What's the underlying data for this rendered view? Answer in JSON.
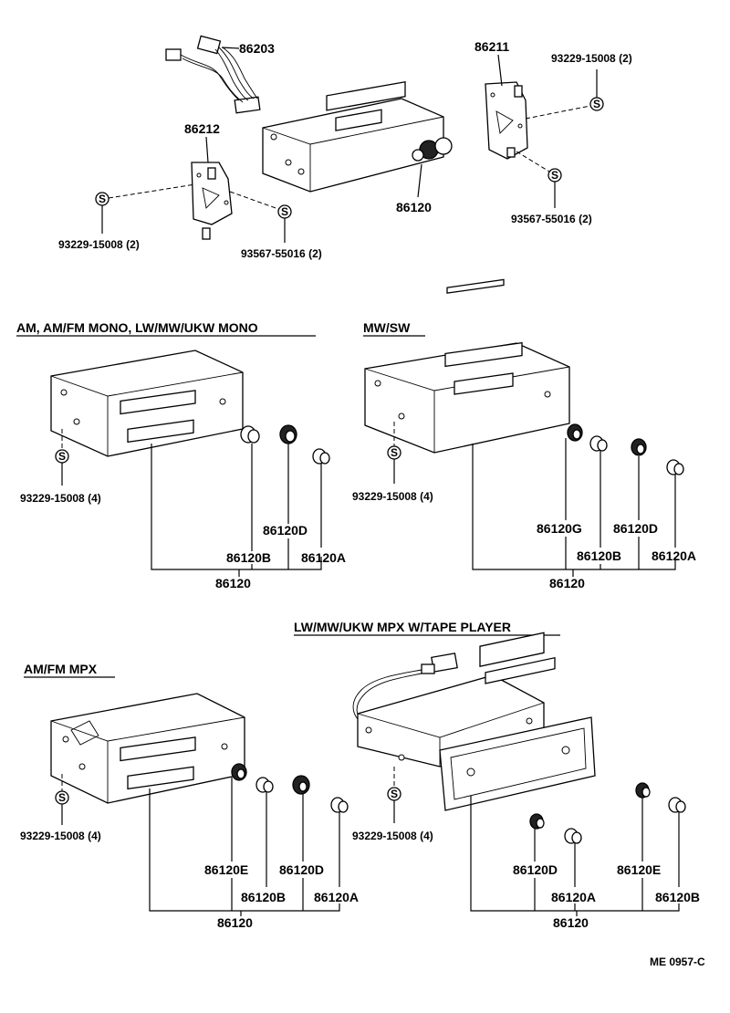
{
  "headers": {
    "am_mono": "AM, AM/FM MONO, LW/MW/UKW MONO",
    "mwsw": "MW/SW",
    "lw_mpx_tape": "LW/MW/UKW MPX W/TAPE PLAYER",
    "amfm_mpx": "AM/FM MPX"
  },
  "top": {
    "wire": "86203",
    "bracket_left": "86212",
    "bracket_right": "86211",
    "radio": "86120",
    "screw_left": "93229-15008 (2)",
    "nut_left": "93567-55016 (2)",
    "screw_right": "93229-15008 (2)",
    "nut_right": "93567-55016 (2)",
    "screw_symbol": "S"
  },
  "s1": {
    "screw": "93229-15008 (4)",
    "knob_d": "86120D",
    "knob_b": "86120B",
    "knob_a": "86120A",
    "main": "86120"
  },
  "s2": {
    "screw": "93229-15008 (4)",
    "knob_g": "86120G",
    "knob_d": "86120D",
    "knob_b": "86120B",
    "knob_a": "86120A",
    "main": "86120"
  },
  "s3": {
    "screw": "93229-15008 (4)",
    "knob_e": "86120E",
    "knob_d": "86120D",
    "knob_b": "86120B",
    "knob_a": "86120A",
    "main": "86120"
  },
  "s4": {
    "screw": "93229-15008 (4)",
    "knob_d": "86120D",
    "knob_e": "86120E",
    "knob_a": "86120A",
    "knob_b": "86120B",
    "main": "86120"
  },
  "footer": {
    "code": "ME 0957-C"
  }
}
